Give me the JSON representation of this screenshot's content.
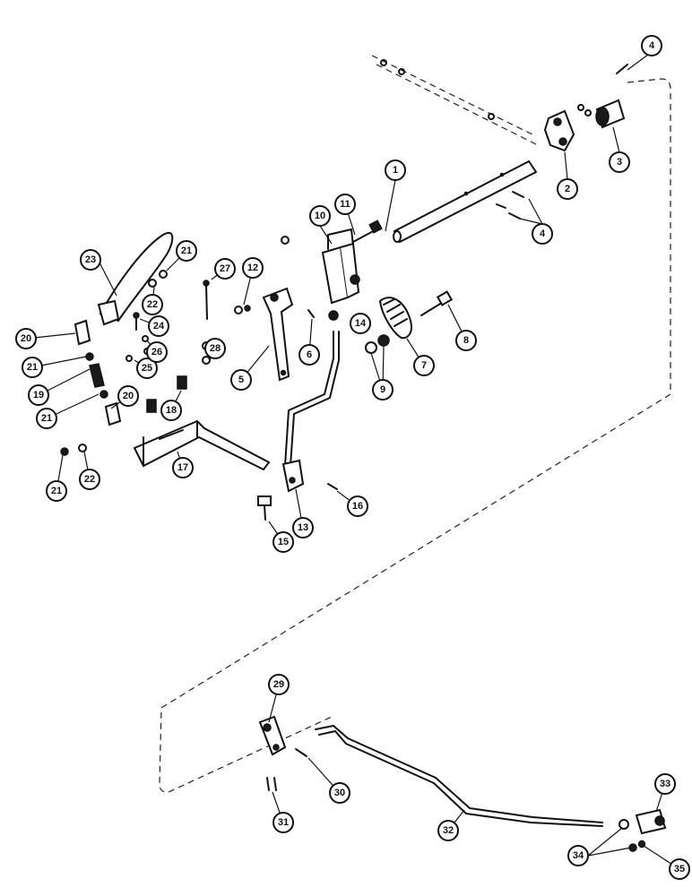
{
  "callouts": {
    "c1": "1",
    "c2": "2",
    "c3": "3",
    "c4a": "4",
    "c4b": "4",
    "c5": "5",
    "c6": "6",
    "c7": "7",
    "c8": "8",
    "c9": "9",
    "c10": "10",
    "c11": "11",
    "c12": "12",
    "c13": "13",
    "c14": "14",
    "c15": "15",
    "c16": "16",
    "c17": "17",
    "c18": "18",
    "c19": "19",
    "c20a": "20",
    "c20b": "20",
    "c21a": "21",
    "c21b": "21",
    "c21c": "21",
    "c21d": "21",
    "c22a": "22",
    "c22b": "22",
    "c23": "23",
    "c24": "24",
    "c25": "25",
    "c26": "26",
    "c27": "27",
    "c28": "28",
    "c29": "29",
    "c30": "30",
    "c31": "31",
    "c32": "32",
    "c33": "33",
    "c34": "34",
    "c35": "35"
  }
}
